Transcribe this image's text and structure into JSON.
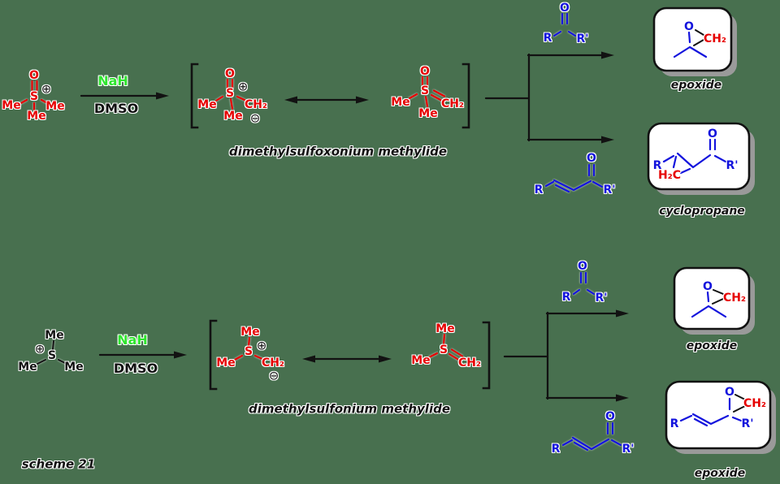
{
  "scheme_label": "scheme 21",
  "top_scheme": {
    "reagent": {
      "o": "O",
      "s": "S",
      "plus": "⊕",
      "me_left": "Me",
      "me_right": "Me",
      "me_bottom": "Me"
    },
    "conditions": {
      "base": "NaH",
      "solvent": "DMSO"
    },
    "res1": {
      "o": "O",
      "s": "S",
      "plus": "⊕",
      "minus": "⊖",
      "me_left": "Me",
      "ch2": "CH₂",
      "me_bottom": "Me"
    },
    "res2": {
      "o": "O",
      "s": "S",
      "me_left": "Me",
      "ch2": "CH₂",
      "me_bottom": "Me"
    },
    "ylide_name": "dimethylsulfoxonium methylide",
    "ketone": {
      "o": "O",
      "r": "R",
      "rp": "R'"
    },
    "enone": {
      "o": "O",
      "r": "R",
      "rp": "R'"
    },
    "epoxide": {
      "o": "O",
      "ch2": "CH₂",
      "label": "epoxide"
    },
    "cyclopropane": {
      "o": "O",
      "h2c": "H₂C",
      "r": "R",
      "rp": "R'",
      "label": "cyclopropane"
    }
  },
  "bottom_scheme": {
    "reagent": {
      "s": "S",
      "plus": "⊕",
      "me_top": "Me",
      "me_left": "Me",
      "me_right": "Me"
    },
    "conditions": {
      "base": "NaH",
      "solvent": "DMSO"
    },
    "res1": {
      "s": "S",
      "plus": "⊕",
      "minus": "⊖",
      "me_top": "Me",
      "me_left": "Me",
      "ch2": "CH₂"
    },
    "res2": {
      "s": "S",
      "me_top": "Me",
      "me_left": "Me",
      "ch2": "CH₂"
    },
    "ylide_name": "dimethylsulfonium methylide",
    "ketone": {
      "o": "O",
      "r": "R",
      "rp": "R'"
    },
    "enone": {
      "o": "O",
      "r": "R",
      "rp": "R'"
    },
    "epoxide": {
      "o": "O",
      "ch2": "CH₂",
      "label": "epoxide"
    },
    "vinyl_epoxide": {
      "o": "O",
      "ch2": "CH₂",
      "r": "R",
      "rp": "R'",
      "label": "epoxide"
    }
  }
}
